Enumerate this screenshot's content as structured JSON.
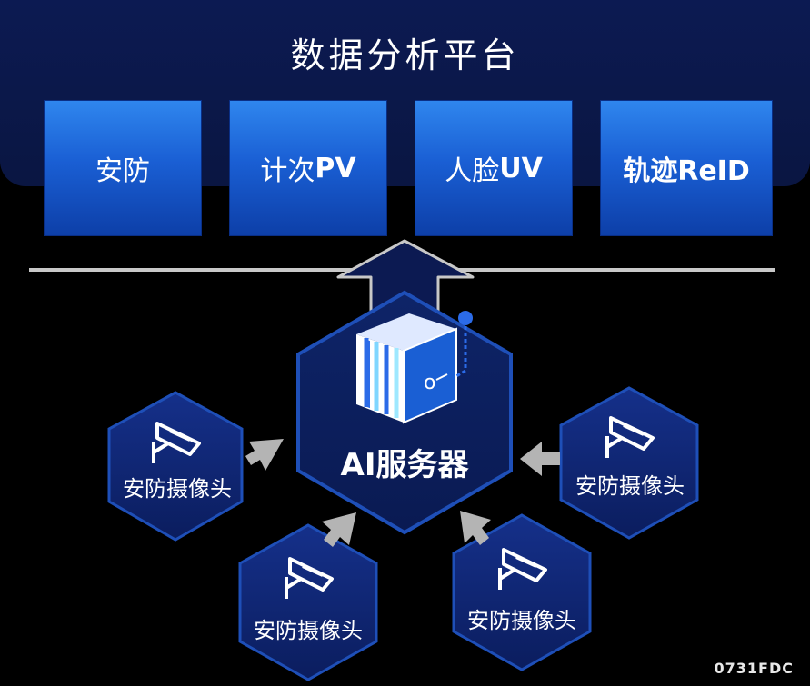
{
  "platform": {
    "title": "数据分析平台",
    "modules": [
      {
        "label": "安防"
      },
      {
        "label_prefix": "计次",
        "label_suffix": "PV"
      },
      {
        "label_prefix": "人脸",
        "label_suffix": "UV"
      },
      {
        "label": "轨迹ReID"
      }
    ]
  },
  "server": {
    "label": "AI服务器"
  },
  "cameras": [
    {
      "label": "安防摄像头"
    },
    {
      "label": "安防摄像头"
    },
    {
      "label": "安防摄像头"
    },
    {
      "label": "安防摄像头"
    }
  ],
  "watermark": "0731FDC",
  "colors": {
    "background": "#000000",
    "platform_bg": "#0c1a52",
    "module_blue": "#1a5fd4",
    "hexagon_fill": "#0f2570",
    "hexagon_border": "#1e5ecf",
    "arrow_gray": "#b4b4b4",
    "divider": "#c8c8c8"
  },
  "icons": [
    "server-cube-icon",
    "security-camera-icon",
    "upward-arrow-icon",
    "inward-arrow-icon"
  ]
}
